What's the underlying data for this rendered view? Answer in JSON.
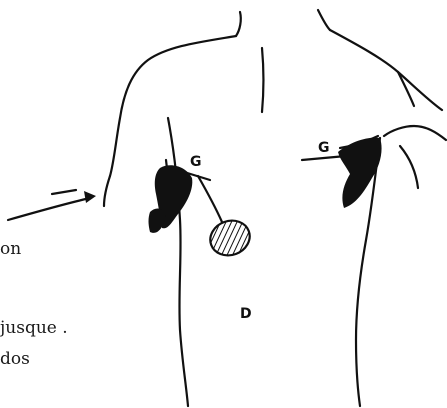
{
  "labels": {
    "g_left": "G",
    "g_right": "G",
    "d": "D"
  },
  "captions": {
    "line1": "on",
    "line2": "jusque .",
    "line3": "dos"
  },
  "colors": {
    "ink": "#111111",
    "background": "#ffffff"
  }
}
